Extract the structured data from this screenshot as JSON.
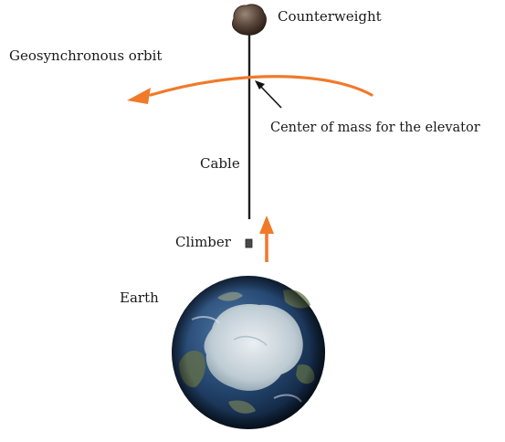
{
  "labels": {
    "counterweight": "Counterweight",
    "geosynchronous_orbit": "Geosynchronous orbit",
    "center_of_mass": "Center of mass for the elevator",
    "cable": "Cable",
    "climber": "Climber",
    "earth": "Earth"
  },
  "colors": {
    "arrow": "#f07a2a",
    "cable": "#222222",
    "counterweight": "#4a3a30",
    "earth_ocean": "#1f3f6e",
    "earth_ice": "#cfd8dc",
    "earth_land": "#5a6b4a"
  }
}
